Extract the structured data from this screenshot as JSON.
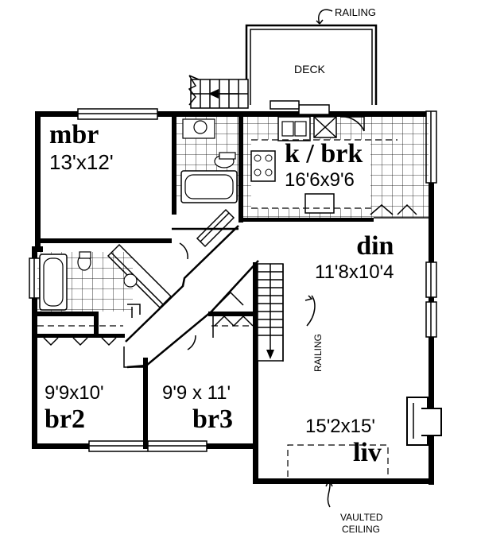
{
  "plan": {
    "labels": {
      "railing_top": "RAILING",
      "deck": "DECK",
      "railing_stair": "RAILING",
      "vaulted_1": "VAULTED",
      "vaulted_2": "CEILING"
    },
    "rooms": {
      "mbr": {
        "name": "mbr",
        "dims": "13'x12'"
      },
      "kitchen": {
        "name": "k / brk",
        "dims": "16'6x9'6"
      },
      "dining": {
        "name": "din",
        "dims": "11'8x10'4"
      },
      "br2": {
        "name": "br2",
        "dims": "9'9x10'"
      },
      "br3": {
        "name": "br3",
        "dims": "9'9 x 11'"
      },
      "living": {
        "name": "liv",
        "dims": "15'2x15'"
      }
    }
  }
}
